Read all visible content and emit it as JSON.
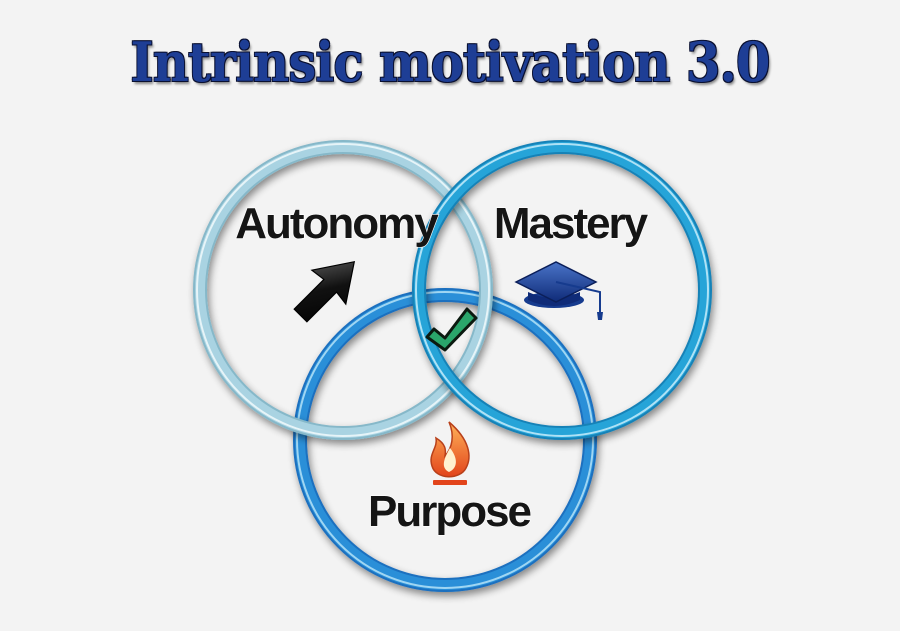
{
  "title": "Intrinsic motivation 3.0",
  "circles": {
    "autonomy": {
      "label": "Autonomy",
      "icon": "cursor-arrow-icon",
      "ring_color": "#a9d3e2"
    },
    "mastery": {
      "label": "Mastery",
      "icon": "graduation-cap-icon",
      "ring_color": "#27a4d8"
    },
    "purpose": {
      "label": "Purpose",
      "icon": "flame-icon",
      "ring_color": "#2a8fd8"
    }
  },
  "center_icon": "checkmark-icon"
}
